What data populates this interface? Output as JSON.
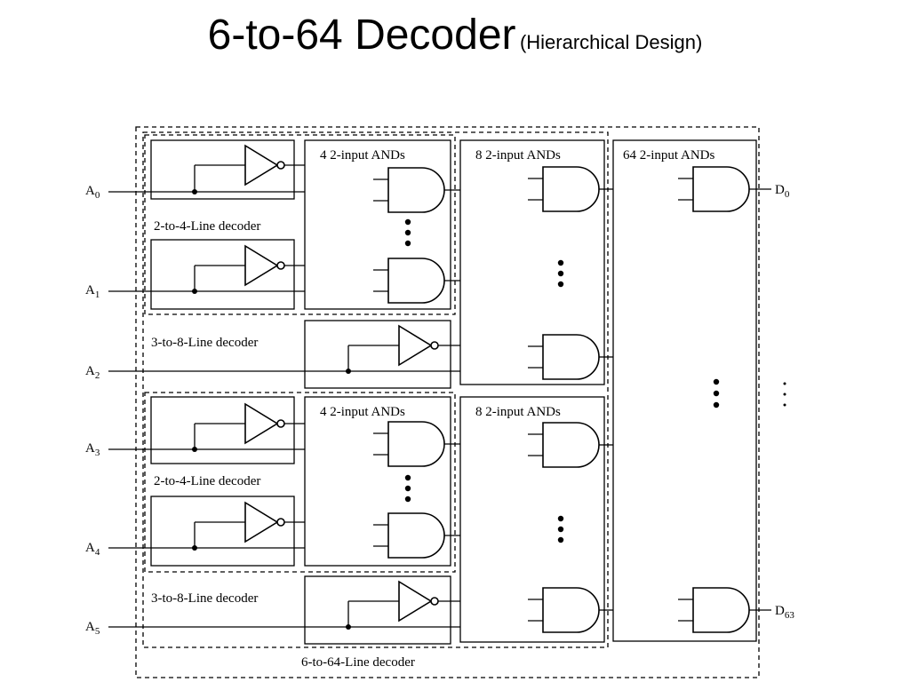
{
  "title": {
    "main": "6-to-64 Decoder",
    "sub": "(Hierarchical Design)"
  },
  "diagram": {
    "inputs": [
      {
        "letter": "A",
        "index": "0"
      },
      {
        "letter": "A",
        "index": "1"
      },
      {
        "letter": "A",
        "index": "2"
      },
      {
        "letter": "A",
        "index": "3"
      },
      {
        "letter": "A",
        "index": "4"
      },
      {
        "letter": "A",
        "index": "5"
      }
    ],
    "outputs": [
      {
        "letter": "D",
        "index": "0"
      },
      {
        "letter": "D",
        "index": "63"
      }
    ],
    "labels": {
      "dec24_top": "2-to-4-Line decoder",
      "dec24_bottom": "2-to-4-Line decoder",
      "dec38_top": "3-to-8-Line decoder",
      "dec38_bottom": "3-to-8-Line decoder",
      "and4_top": "4 2-input ANDs",
      "and4_bottom": "4 2-input ANDs",
      "and8_top": "8 2-input ANDs",
      "and8_bottom": "8 2-input ANDs",
      "and64": "64 2-input ANDs",
      "dec664": "6-to-64-Line decoder"
    }
  }
}
